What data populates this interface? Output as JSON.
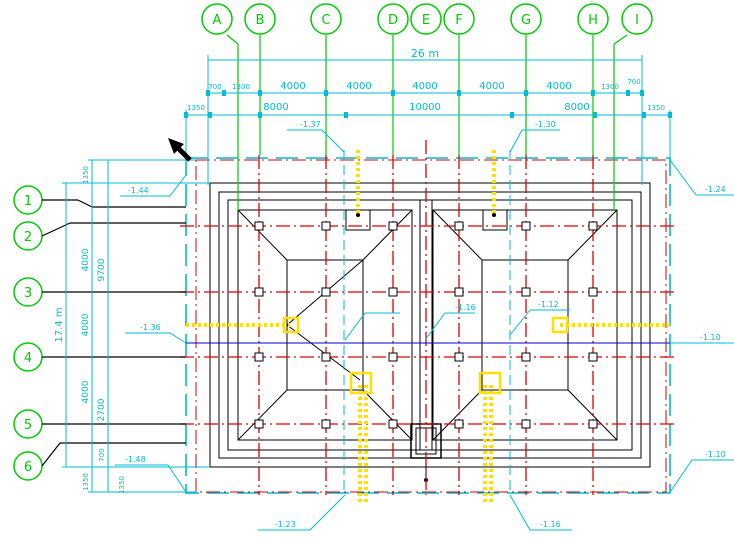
{
  "colors": {
    "grid_axis": "#00cc00",
    "dimension": "#00bcd4",
    "structure_red": "#e00000",
    "yellow": "#ffe000",
    "blue": "#0000cc",
    "black": "#000000"
  },
  "column_axes": [
    "A",
    "B",
    "C",
    "D",
    "E",
    "F",
    "G",
    "H",
    "I"
  ],
  "row_axes": [
    "1",
    "2",
    "3",
    "4",
    "5",
    "6"
  ],
  "dimensions": {
    "overall_width": "26 m",
    "top_row_1": [
      "700",
      "1300",
      "4000",
      "4000",
      "4000",
      "4000",
      "4000",
      "1300",
      "700"
    ],
    "top_row_2": [
      "1350",
      "8000",
      "10000",
      "8000",
      "1350"
    ],
    "overall_height": "17.4 m",
    "left_col_1": [
      "1350",
      "4000",
      "4000",
      "4000",
      "1350"
    ],
    "left_col_2": [
      "9700",
      "2700",
      "700"
    ],
    "left_small": [
      "1350"
    ]
  },
  "elevations": {
    "e1": "-1.37",
    "e2": "-1.30",
    "e3": "-1.44",
    "e4": "-1.24",
    "e5": "-1.36",
    "e6": "-1.10",
    "e7": "-1.12",
    "e8": "-1.16",
    "e9": "-1.48",
    "e10": "-1.10",
    "e11": "-1.23",
    "e12": "-1.16"
  }
}
